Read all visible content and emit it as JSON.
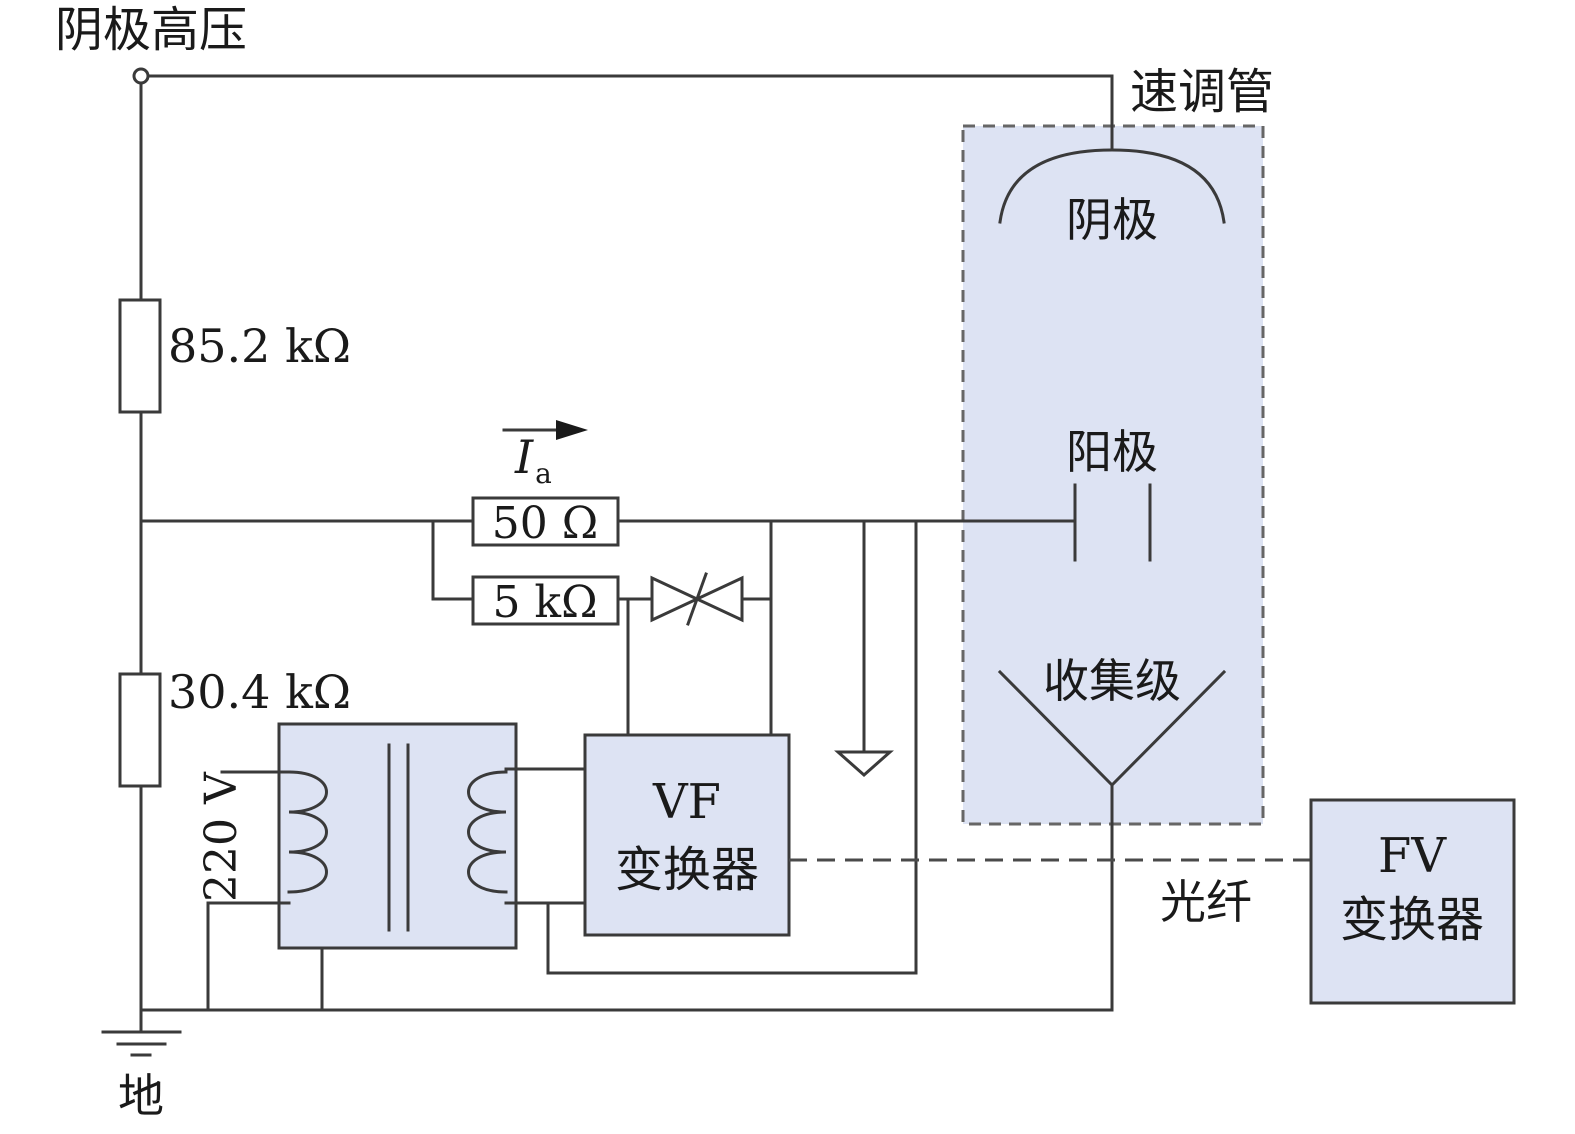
{
  "labels": {
    "cathode_hv": "阴极高压",
    "klystron": "速调管",
    "cathode": "阴极",
    "anode": "阳极",
    "collector": "收集级",
    "r1": "85.2 kΩ",
    "r2": "30.4 kΩ",
    "r3": "50 Ω",
    "r4": "5 kΩ",
    "current_symbol": "I",
    "current_sub": "a",
    "ac_input": "220 V",
    "vf_line1": "VF",
    "vf_line2": "变换器",
    "fv_line1": "FV",
    "fv_line2": "变换器",
    "fiber": "光纤",
    "ground": "地"
  },
  "colors": {
    "fill": "#dde3f3",
    "line": "#3a3a3a"
  }
}
